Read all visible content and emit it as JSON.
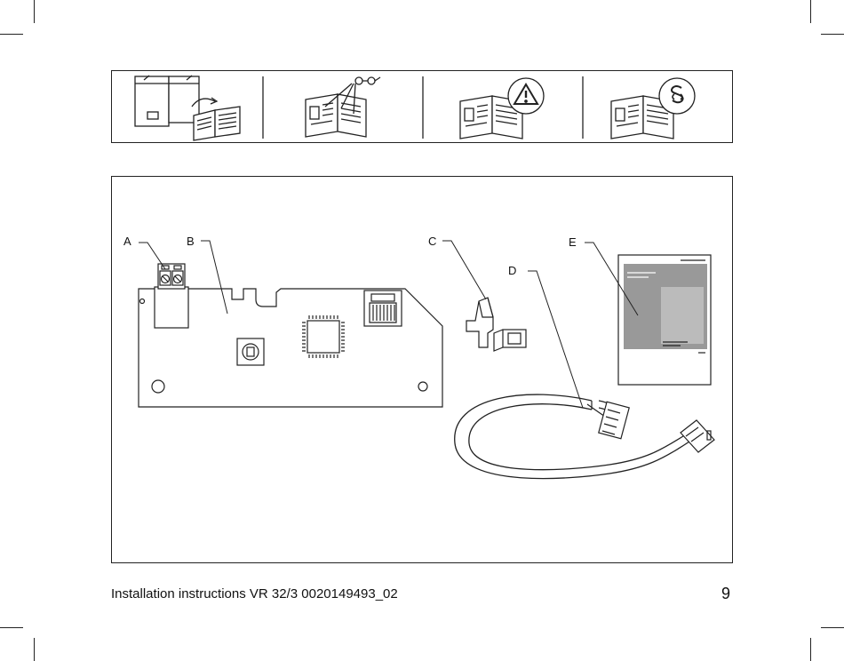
{
  "footer": {
    "document_title": "Installation instructions VR 32/3 0020149493_02",
    "page_number": "9"
  },
  "figure": {
    "labels": [
      "A",
      "B",
      "C",
      "D",
      "E"
    ]
  },
  "icon_strip": {
    "icons": [
      "read-boiler-manual-icon",
      "read-manual-glasses-icon",
      "read-manual-warning-icon",
      "read-manual-regulations-icon"
    ]
  }
}
